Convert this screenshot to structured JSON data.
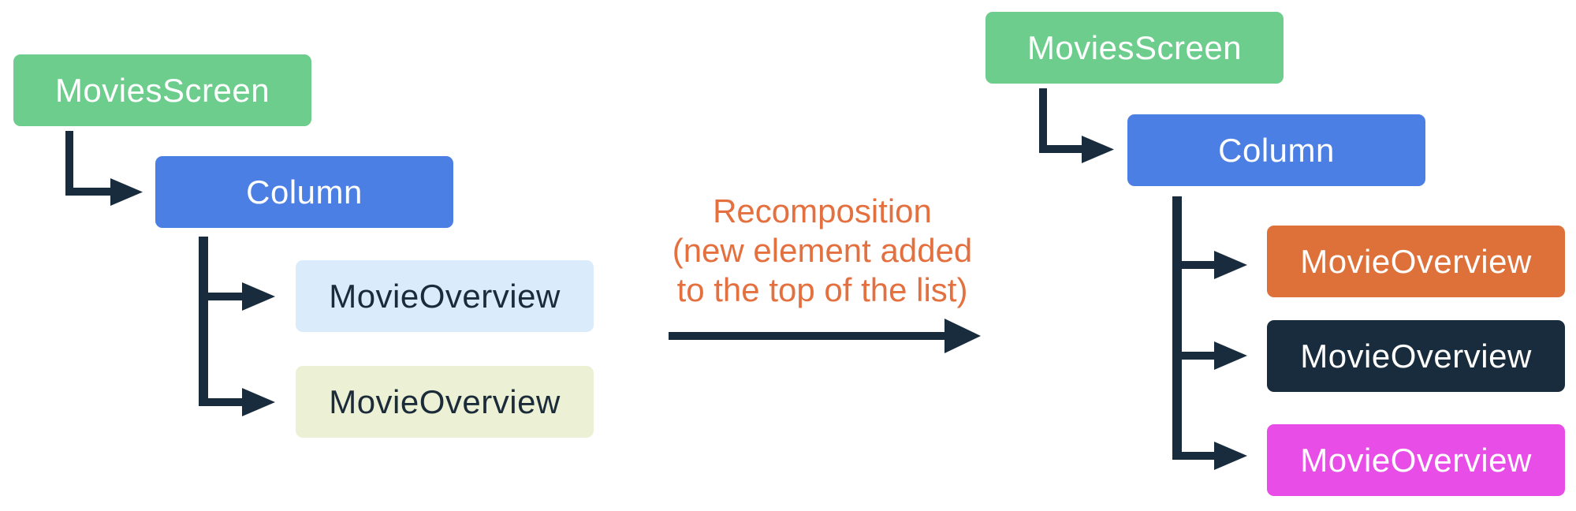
{
  "diagram": {
    "connector_color": "#192C3D",
    "arrow_label": {
      "text": "Recomposition\n(new element added\nto the top of the list)",
      "color": "#E5703F"
    },
    "before_tree": {
      "nodes": [
        {
          "id": "movies-screen",
          "label": "MoviesScreen",
          "bg": "#6DCD8C",
          "fg": "#FFFFFF"
        },
        {
          "id": "column",
          "label": "Column",
          "bg": "#4C7FE4",
          "fg": "#FFFFFF"
        },
        {
          "id": "movie-overview-1",
          "label": "MovieOverview",
          "bg": "#DAEBFB",
          "fg": "#1B2B3A"
        },
        {
          "id": "movie-overview-2",
          "label": "MovieOverview",
          "bg": "#ECF1D5",
          "fg": "#1B2B3A"
        }
      ]
    },
    "after_tree": {
      "nodes": [
        {
          "id": "movies-screen",
          "label": "MoviesScreen",
          "bg": "#6DCD8C",
          "fg": "#FFFFFF"
        },
        {
          "id": "column",
          "label": "Column",
          "bg": "#4C7FE4",
          "fg": "#FFFFFF"
        },
        {
          "id": "movie-overview-new",
          "label": "MovieOverview",
          "bg": "#DE703A",
          "fg": "#FFFFFF"
        },
        {
          "id": "movie-overview-1",
          "label": "MovieOverview",
          "bg": "#192C3D",
          "fg": "#FFFFFF"
        },
        {
          "id": "movie-overview-2",
          "label": "MovieOverview",
          "bg": "#E84DE8",
          "fg": "#FFFFFF"
        }
      ]
    }
  }
}
